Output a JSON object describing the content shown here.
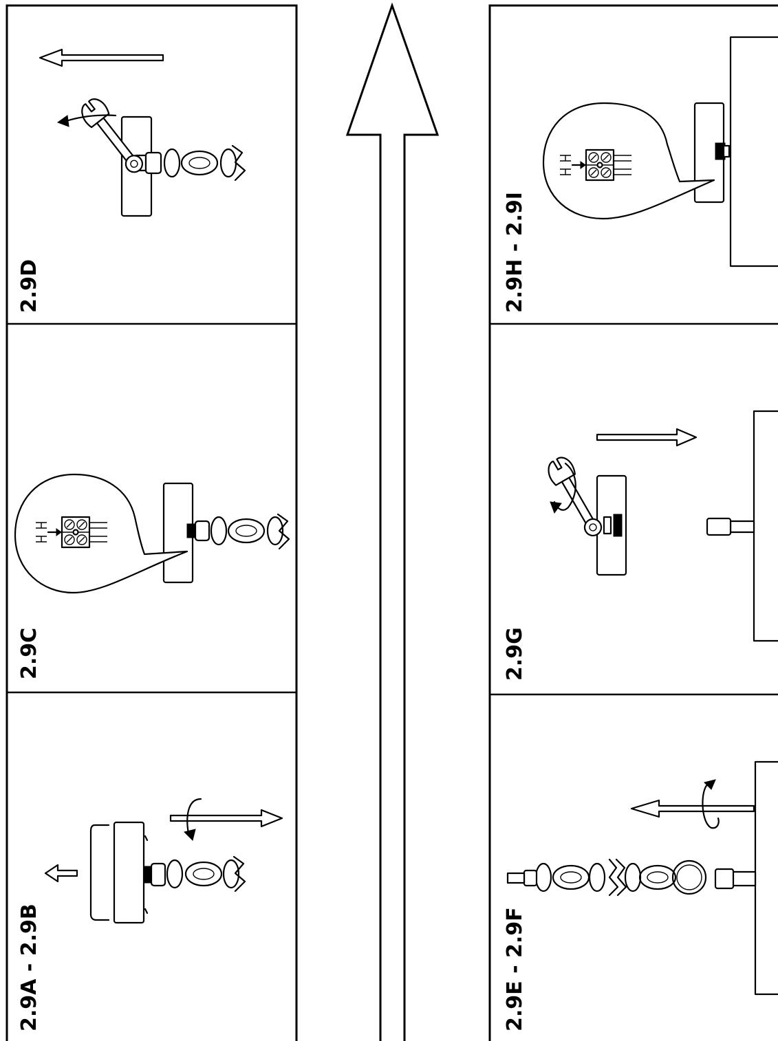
{
  "steps": [
    {
      "id": "2.9A - 2.9B",
      "label": "2.9A - 2.9B"
    },
    {
      "id": "2.9C",
      "label": "2.9C"
    },
    {
      "id": "2.9D",
      "label": "2.9D"
    },
    {
      "id": "2.9E - 2.9F",
      "label": "2.9E - 2.9F"
    },
    {
      "id": "2.9G",
      "label": "2.9G"
    },
    {
      "id": "2.9H - 2.9I",
      "label": "2.9H - 2.9I"
    }
  ],
  "flow": {
    "direction": "up",
    "icon": "up-arrow-icon"
  },
  "colors": {
    "line": "#000000",
    "background": "#ffffff"
  }
}
